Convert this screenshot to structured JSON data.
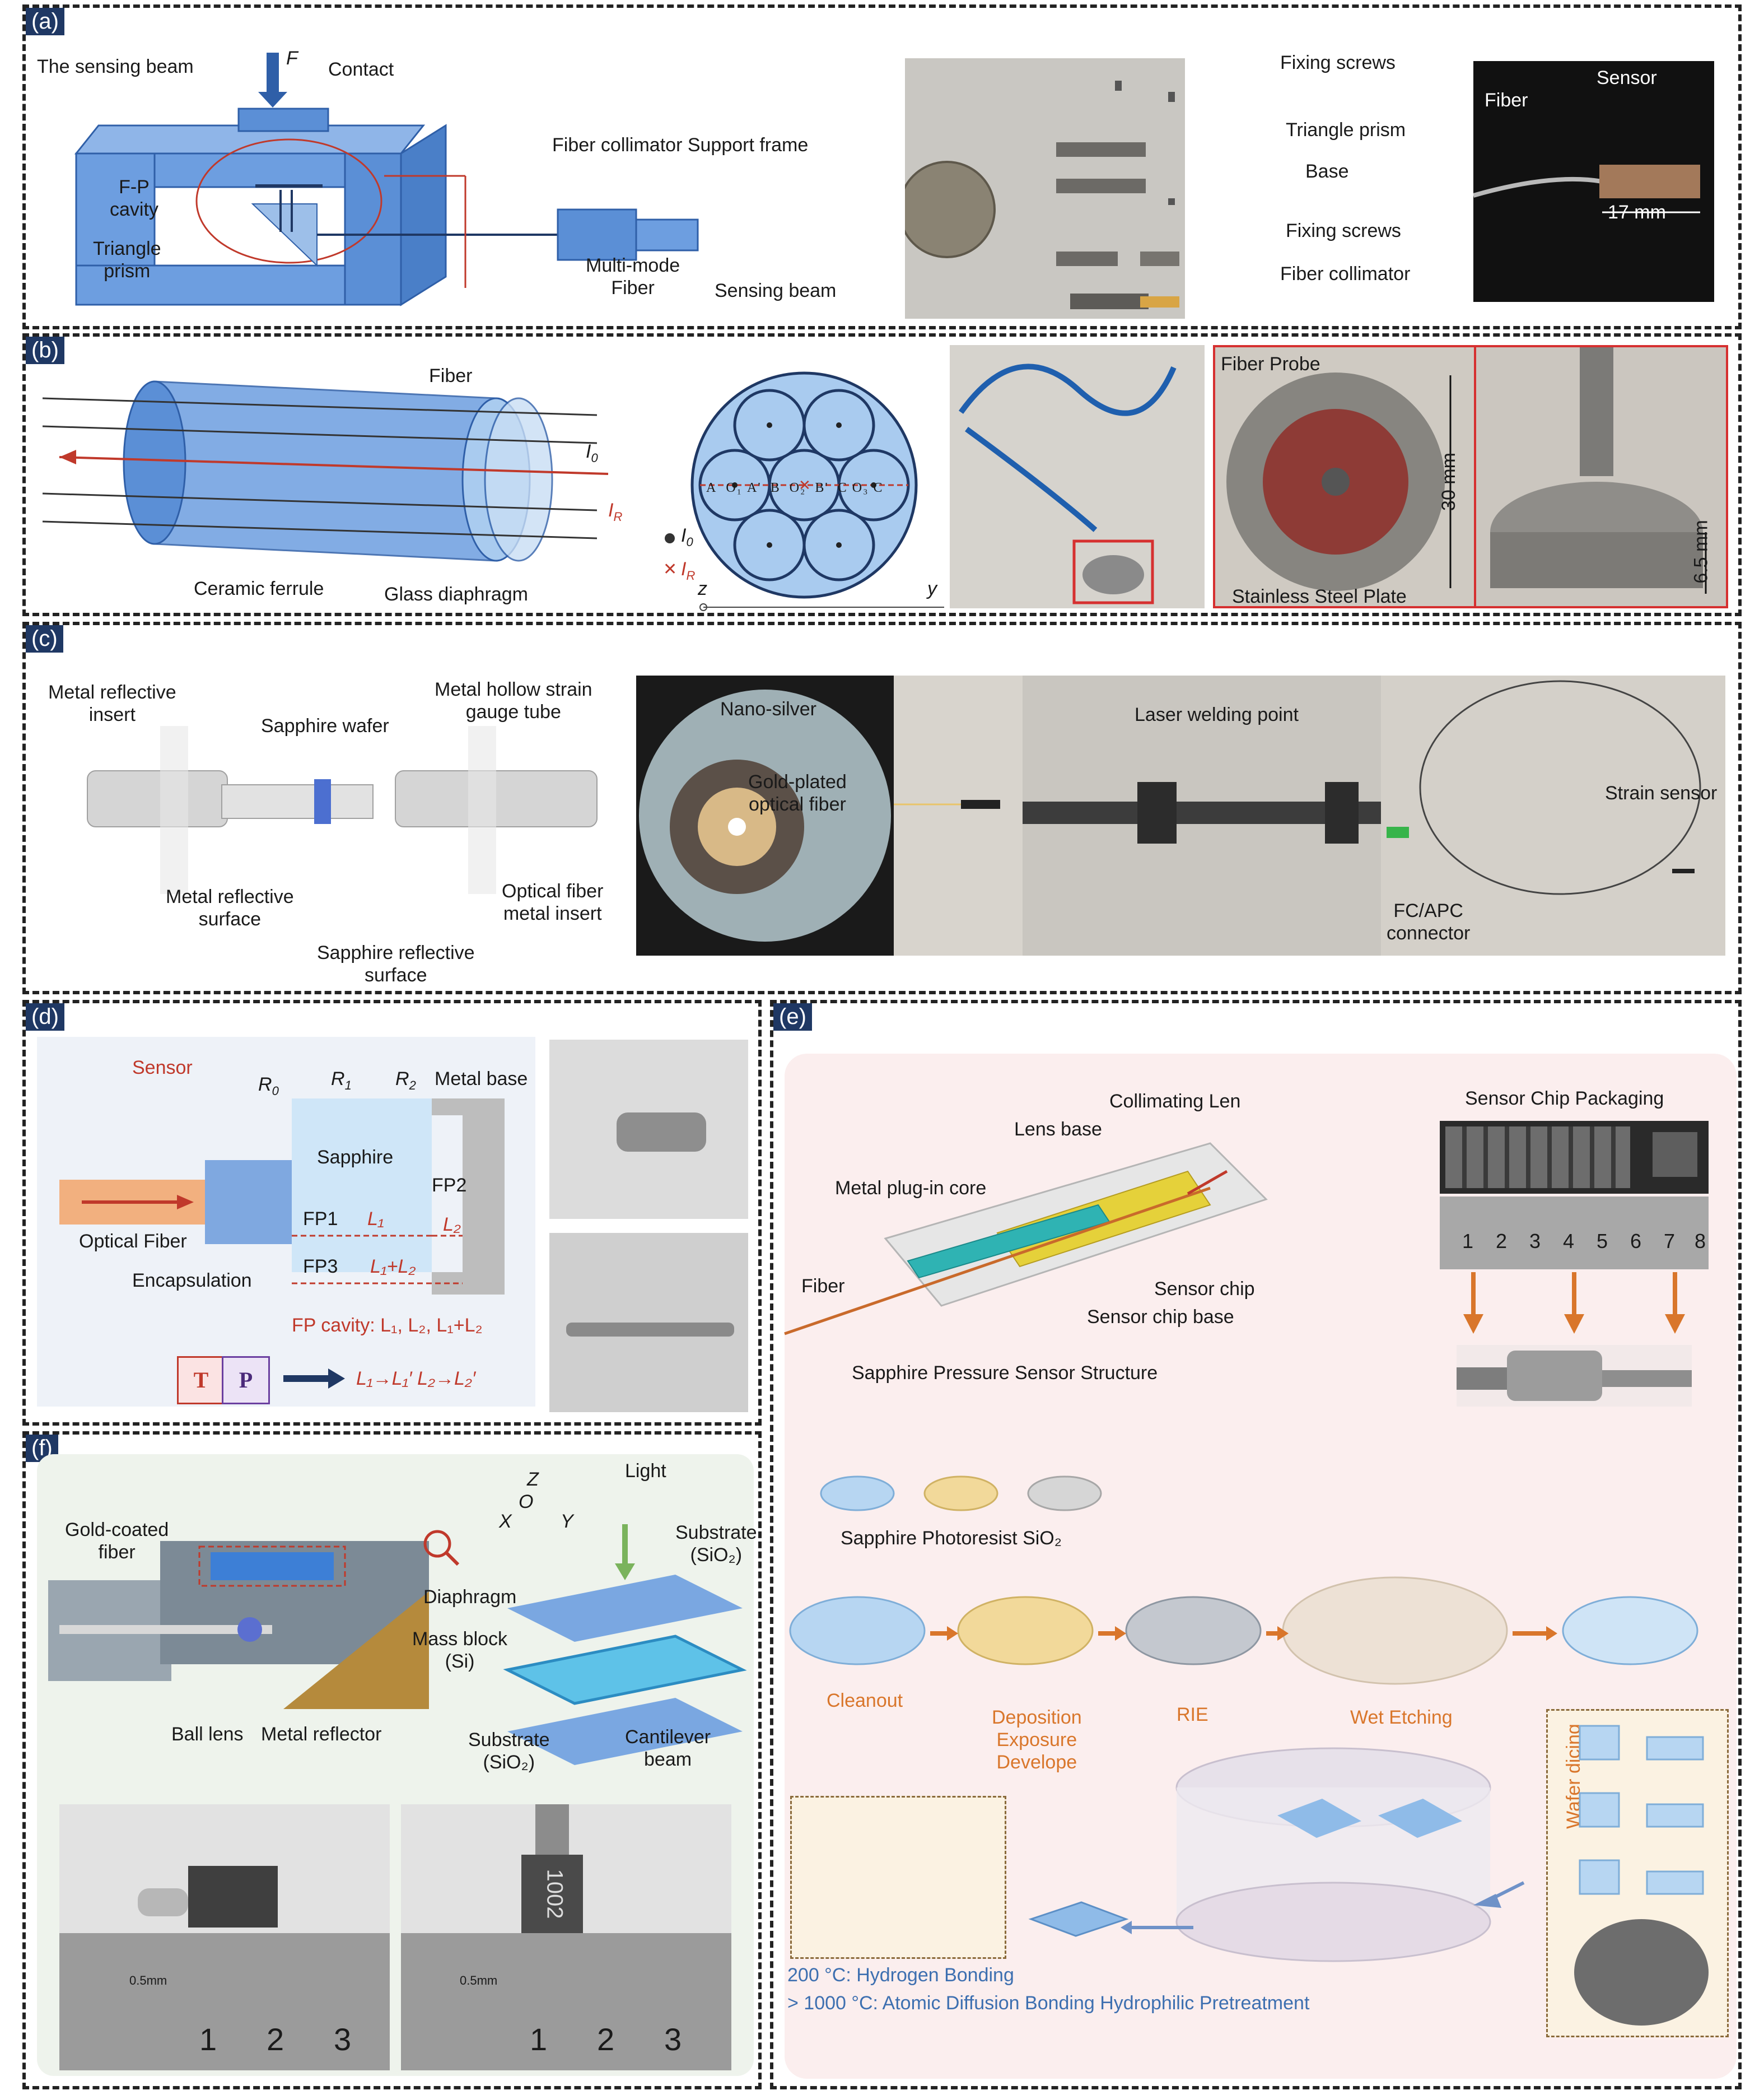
{
  "panel_tags": {
    "a": "(a)",
    "b": "(b)",
    "c": "(c)",
    "d": "(d)",
    "e": "(e)",
    "f": "(f)"
  },
  "panel_a": {
    "sensing_beam": "The sensing beam",
    "force": "F",
    "contact": "Contact",
    "fp_cavity": "F-P\ncavity",
    "triangle_prism": "Triangle\nprism",
    "multimode_fiber": "Multi-mode\nFiber",
    "fiber_collimator_support": "Fiber collimator Support frame",
    "fixing_screws_top": "Fixing screws",
    "triangle_prism_photo": "Triangle prism",
    "base": "Base",
    "fixing_screws_bottom": "Fixing screws",
    "sensing_beam_photo": "Sensing beam",
    "fiber_collimator": "Fiber collimator",
    "fiber": "Fiber",
    "sensor": "Sensor",
    "dimension": "17 mm"
  },
  "panel_b": {
    "fiber": "Fiber",
    "i0": "I",
    "i0_sub": "0",
    "ir": "I",
    "ir_sub": "R",
    "ceramic_ferrule": "Ceramic ferrule",
    "glass_diaphragm": "Glass diaphragm",
    "axis_z": "z",
    "axis_y": "y",
    "points": [
      "A",
      "O₁",
      "A'",
      "B",
      "O₂",
      "B'",
      "C",
      "O₃",
      "C"
    ],
    "fiber_probe": "Fiber Probe",
    "dim_30": "30 mm",
    "stainless_plate": "Stainless Steel Plate",
    "dim_65": "6.5 mm"
  },
  "panel_c": {
    "metal_reflective_insert": "Metal reflective\ninsert",
    "sapphire_wafer": "Sapphire wafer",
    "metal_hollow_tube": "Metal hollow strain\ngauge tube",
    "metal_reflective_surface": "Metal reflective\nsurface",
    "optical_fiber_insert": "Optical fiber\nmetal insert",
    "sapphire_reflective_surface": "Sapphire reflective\nsurface",
    "nano_silver": "Nano-silver",
    "gold_plated_fiber": "Gold-plated\noptical fiber",
    "laser_welding": "Laser welding point",
    "strain_sensor": "Strain sensor",
    "fc_apc": "FC/APC\nconnector"
  },
  "panel_d": {
    "sensor": "Sensor",
    "r0": "R",
    "r0_sub": "0",
    "r1": "R",
    "r1_sub": "1",
    "r2": "R",
    "r2_sub": "2",
    "metal_base": "Metal base",
    "sapphire": "Sapphire",
    "fp2": "FP2",
    "fp1": "FP1",
    "l1": "L₁",
    "l2": "L₂",
    "fp3": "FP3",
    "l1l2": "L₁+L₂",
    "optical_fiber": "Optical Fiber",
    "encapsulation": "Encapsulation",
    "fp_cavity": "FP cavity: L₁, L₂, L₁+L₂",
    "t_box": "T",
    "p_box": "P",
    "shift": "L₁→L₁′  L₂→L₂′"
  },
  "panel_e": {
    "collimating_len": "Collimating Len",
    "lens_base": "Lens base",
    "metal_plugin_core": "Metal plug-in core",
    "fiber": "Fiber",
    "sensor_chip": "Sensor chip",
    "sensor_chip_base": "Sensor chip base",
    "structure_title": "Sapphire Pressure Sensor Structure",
    "chip_packaging": "Sensor Chip Packaging",
    "ruler_numbers": [
      "1",
      "2",
      "3",
      "4",
      "5",
      "6",
      "7",
      "8"
    ],
    "materials": "Sapphire Photoresist SiO₂",
    "step_cleanout": "Cleanout",
    "step_deposition": "Deposition\nExposure\nDevelope",
    "step_rie": "RIE",
    "step_wet": "Wet Etching",
    "wafer_dicing": "Wafer dicing",
    "bond_200": "200 °C: Hydrogen Bonding",
    "bond_1000": "> 1000 °C: Atomic Diffusion Bonding Hydrophilic Pretreatment"
  },
  "panel_f": {
    "gold_coated_fiber": "Gold-coated\nfiber",
    "ball_lens": "Ball lens",
    "metal_reflector": "Metal reflector",
    "axis_z": "Z",
    "axis_o": "O",
    "axis_x": "X",
    "axis_y": "Y",
    "light": "Light",
    "substrate_top": "Substrate\n(SiO₂)",
    "diaphragm": "Diaphragm",
    "mass_block": "Mass block\n(Si)",
    "substrate_bottom": "Substrate\n(SiO₂)",
    "cantilever": "Cantilever\nbeam",
    "ruler_numbers": [
      "1",
      "2",
      "3"
    ],
    "ruler_unit": "0.5mm",
    "device_mark": "1002"
  },
  "colors": {
    "panel_border": "#222222",
    "tag_bg": "#1f3864",
    "housing_blue": "#5b8fd6",
    "ray_red": "#c0392b",
    "process_orange": "#d9762b",
    "bonding_blue": "#3d6fb0",
    "e_background": "#fbeeee",
    "f_background": "#eef3ec"
  }
}
